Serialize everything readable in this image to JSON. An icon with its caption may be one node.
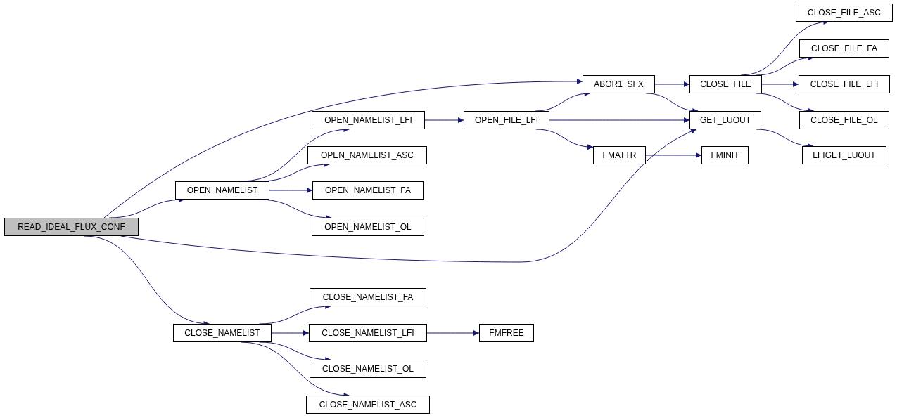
{
  "diagram": {
    "nodes": [
      {
        "text": [
          "READ_IDEAL_FLUX_CONF"
        ]
      },
      {
        "text": [
          "ABOR1_SFX"
        ]
      },
      {
        "text": [
          "OPEN_NAMELIST"
        ]
      },
      {
        "text": [
          "GET_LUOUT"
        ]
      },
      {
        "text": [
          "CLOSE_NAMELIST"
        ]
      },
      {
        "text": [
          "CLOSE_FILE"
        ]
      },
      {
        "text": [
          "OPEN_NAMELIST_LFI"
        ]
      },
      {
        "text": [
          "OPEN_NAMELIST_ASC"
        ]
      },
      {
        "text": [
          "OPEN_NAMELIST_FA"
        ]
      },
      {
        "text": [
          "OPEN_NAMELIST_OL"
        ]
      },
      {
        "text": [
          "OPEN_FILE_LFI"
        ]
      },
      {
        "text": [
          "FMATTR"
        ]
      },
      {
        "text": [
          "FMINIT"
        ]
      },
      {
        "text": [
          "CLOSE_FILE_ASC"
        ]
      },
      {
        "text": [
          "CLOSE_FILE_FA"
        ]
      },
      {
        "text": [
          "CLOSE_FILE_LFI"
        ]
      },
      {
        "text": [
          "CLOSE_FILE_OL"
        ]
      },
      {
        "text": [
          "LFIGET_LUOUT"
        ]
      },
      {
        "text": [
          "CLOSE_NAMELIST_FA"
        ]
      },
      {
        "text": [
          "CLOSE_NAMELIST_LFI"
        ]
      },
      {
        "text": [
          "CLOSE_NAMELIST_OL"
        ]
      },
      {
        "text": [
          "CLOSE_NAMELIST_ASC"
        ]
      },
      {
        "text": [
          "FMFREE"
        ]
      }
    ],
    "edges": [
      {
        "from": 0,
        "to": 1,
        "arrow": "to"
      },
      {
        "from": 0,
        "to": 2,
        "arrow": "to"
      },
      {
        "from": 0,
        "to": 3,
        "arrow": "to"
      },
      {
        "from": 0,
        "to": 4,
        "arrow": "to"
      },
      {
        "from": 1,
        "to": 5,
        "arrow": "to"
      },
      {
        "from": 1,
        "to": 3,
        "arrow": "to"
      },
      {
        "from": 2,
        "to": 6,
        "arrow": "to"
      },
      {
        "from": 2,
        "to": 7,
        "arrow": "to"
      },
      {
        "from": 2,
        "to": 8,
        "arrow": "to"
      },
      {
        "from": 2,
        "to": 9,
        "arrow": "to"
      },
      {
        "from": 6,
        "to": 10,
        "arrow": "to"
      },
      {
        "from": 10,
        "to": 1,
        "arrow": "to"
      },
      {
        "from": 10,
        "to": 3,
        "arrow": "to"
      },
      {
        "from": 10,
        "to": 11,
        "arrow": "to"
      },
      {
        "from": 11,
        "to": 12,
        "arrow": "to"
      },
      {
        "from": 5,
        "to": 13,
        "arrow": "to"
      },
      {
        "from": 5,
        "to": 14,
        "arrow": "to"
      },
      {
        "from": 5,
        "to": 15,
        "arrow": "to"
      },
      {
        "from": 5,
        "to": 16,
        "arrow": "to"
      },
      {
        "from": 3,
        "to": 17,
        "arrow": "to"
      },
      {
        "from": 4,
        "to": 18,
        "arrow": "to"
      },
      {
        "from": 4,
        "to": 19,
        "arrow": "to"
      },
      {
        "from": 4,
        "to": 20,
        "arrow": "to"
      },
      {
        "from": 4,
        "to": 21,
        "arrow": "to"
      },
      {
        "from": 19,
        "to": 22,
        "arrow": "to"
      }
    ]
  }
}
